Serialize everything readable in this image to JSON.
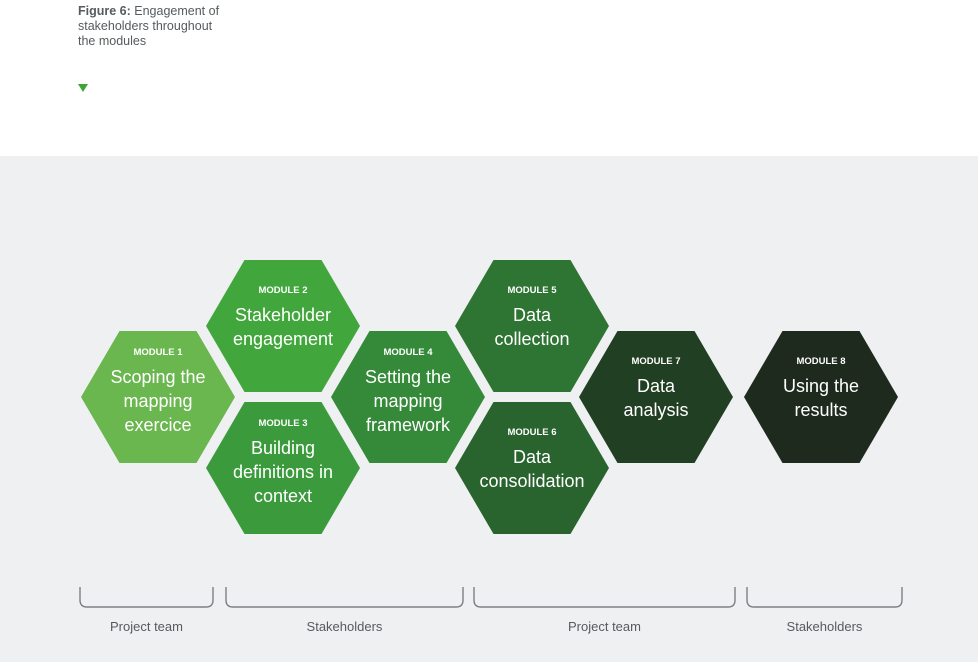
{
  "caption": {
    "figure": "Figure 6:",
    "text": " Engagement of stakeholders throughout the modules"
  },
  "modules": [
    {
      "id": "module-1",
      "label": "MODULE 1",
      "lines": [
        "Scoping the",
        "mapping",
        "exercice"
      ],
      "color": "#6ab74f"
    },
    {
      "id": "module-2",
      "label": "MODULE 2",
      "lines": [
        "Stakeholder",
        "engagement"
      ],
      "color": "#41a63b"
    },
    {
      "id": "module-3",
      "label": "MODULE 3",
      "lines": [
        "Building",
        "definitions in",
        "context"
      ],
      "color": "#3b9a3c"
    },
    {
      "id": "module-4",
      "label": "MODULE 4",
      "lines": [
        "Setting the",
        "mapping",
        "framework"
      ],
      "color": "#348a39"
    },
    {
      "id": "module-5",
      "label": "MODULE 5",
      "lines": [
        "Data",
        "collection"
      ],
      "color": "#2e7433"
    },
    {
      "id": "module-6",
      "label": "MODULE 6",
      "lines": [
        "Data",
        "consolidation"
      ],
      "color": "#29632d"
    },
    {
      "id": "module-7",
      "label": "MODULE 7",
      "lines": [
        "Data",
        "analysis"
      ],
      "color": "#213f22"
    },
    {
      "id": "module-8",
      "label": "MODULE 8",
      "lines": [
        "Using the",
        "results"
      ],
      "color": "#1d2a1d"
    }
  ],
  "groups": [
    {
      "label": "Project team"
    },
    {
      "label": "Stakeholders"
    },
    {
      "label": "Project team"
    },
    {
      "label": "Stakeholders"
    }
  ]
}
